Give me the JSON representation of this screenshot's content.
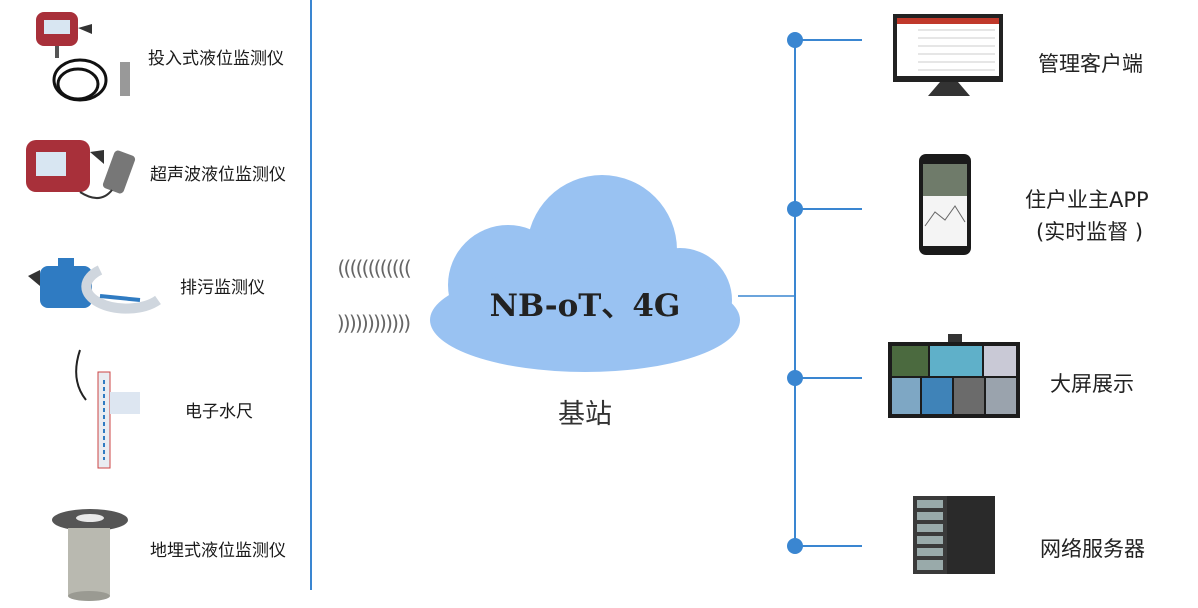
{
  "devices": [
    {
      "label": "投入式液位监测仪",
      "icon": "submersible-level-sensor-icon"
    },
    {
      "label": "超声波液位监测仪",
      "icon": "ultrasonic-level-sensor-icon"
    },
    {
      "label": "排污监测仪",
      "icon": "sewage-monitor-icon"
    },
    {
      "label": "电子水尺",
      "icon": "electronic-water-gauge-icon"
    },
    {
      "label": "地埋式液位监测仪",
      "icon": "buried-level-sensor-icon"
    }
  ],
  "network": {
    "cloud_label": "NB-oT、4G",
    "station_label": "基站",
    "cloud_color": "#99c2f2"
  },
  "outputs": [
    {
      "label": "管理客户端",
      "icon": "desktop-monitor-icon"
    },
    {
      "label_line1": "住户业主APP",
      "label_line2": "(实时监督 )",
      "icon": "smartphone-app-icon"
    },
    {
      "label": "大屏展示",
      "icon": "large-screen-display-icon"
    },
    {
      "label": "网络服务器",
      "icon": "network-server-icon"
    }
  ],
  "colors": {
    "line": "#3a86d1",
    "dot": "#3a86d1"
  }
}
